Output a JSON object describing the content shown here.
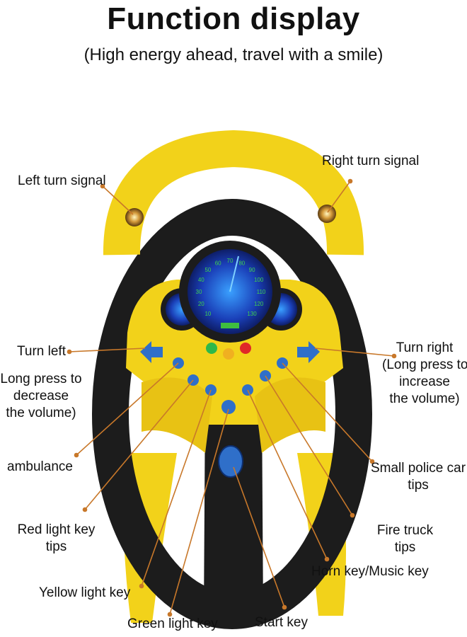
{
  "header": {
    "title": "Function display",
    "subtitle": "(High energy ahead, travel with a smile)"
  },
  "labels": {
    "left_turn_signal": "Left turn signal",
    "right_turn_signal": "Right turn signal",
    "turn_left": "Turn left",
    "turn_left_note": [
      "Long press to",
      "decrease",
      "the volume)"
    ],
    "turn_right": "Turn right",
    "turn_right_note": [
      "(Long press to",
      "increase",
      "the volume)"
    ],
    "ambulance": "ambulance",
    "red_light_key": [
      "Red light key",
      "tips"
    ],
    "yellow_light_key": "Yellow light key",
    "green_light_key": "Green light key",
    "start_key": "Start key",
    "horn_music_key": "Horn key/Music key",
    "fire_truck": [
      "Fire truck",
      "tips"
    ],
    "police_car": [
      "Small police car",
      "tips"
    ]
  },
  "speedometer": {
    "ticks": [
      "10",
      "20",
      "30",
      "40",
      "50",
      "60",
      "70",
      "80",
      "90",
      "100",
      "110",
      "120",
      "130"
    ]
  },
  "colors": {
    "yellow": "#f2d21a",
    "black": "#1c1c1c",
    "blue_button": "#2f6fc9",
    "leader_line": "#c8782a"
  }
}
